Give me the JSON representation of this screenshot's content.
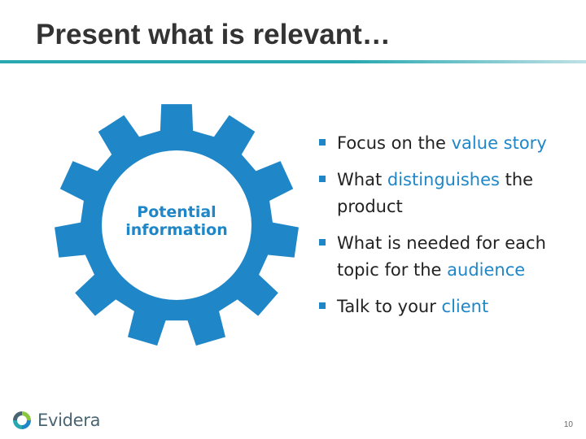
{
  "slide": {
    "title": "Present what is relevant…",
    "page_number": "10"
  },
  "gear": {
    "label_line1": "Potential",
    "label_line2": "information",
    "color": "#1f86c7"
  },
  "bullets": [
    {
      "segments": [
        {
          "text": "Focus on the ",
          "highlight": false
        },
        {
          "text": "value story",
          "highlight": true
        }
      ]
    },
    {
      "segments": [
        {
          "text": "What ",
          "highlight": false
        },
        {
          "text": "distinguishes",
          "highlight": true
        },
        {
          "text": " the product",
          "highlight": false
        }
      ]
    },
    {
      "segments": [
        {
          "text": "What is needed for each topic for the ",
          "highlight": false
        },
        {
          "text": "audience",
          "highlight": true
        }
      ]
    },
    {
      "segments": [
        {
          "text": "Talk to your ",
          "highlight": false
        },
        {
          "text": "client",
          "highlight": true
        }
      ]
    }
  ],
  "footer": {
    "logo_text": "Evidera",
    "logo_icon": "evidera-logo-icon"
  },
  "colors": {
    "accent": "#1f86c7",
    "title_rule": "#2aa8b0",
    "title_text": "#333333"
  }
}
